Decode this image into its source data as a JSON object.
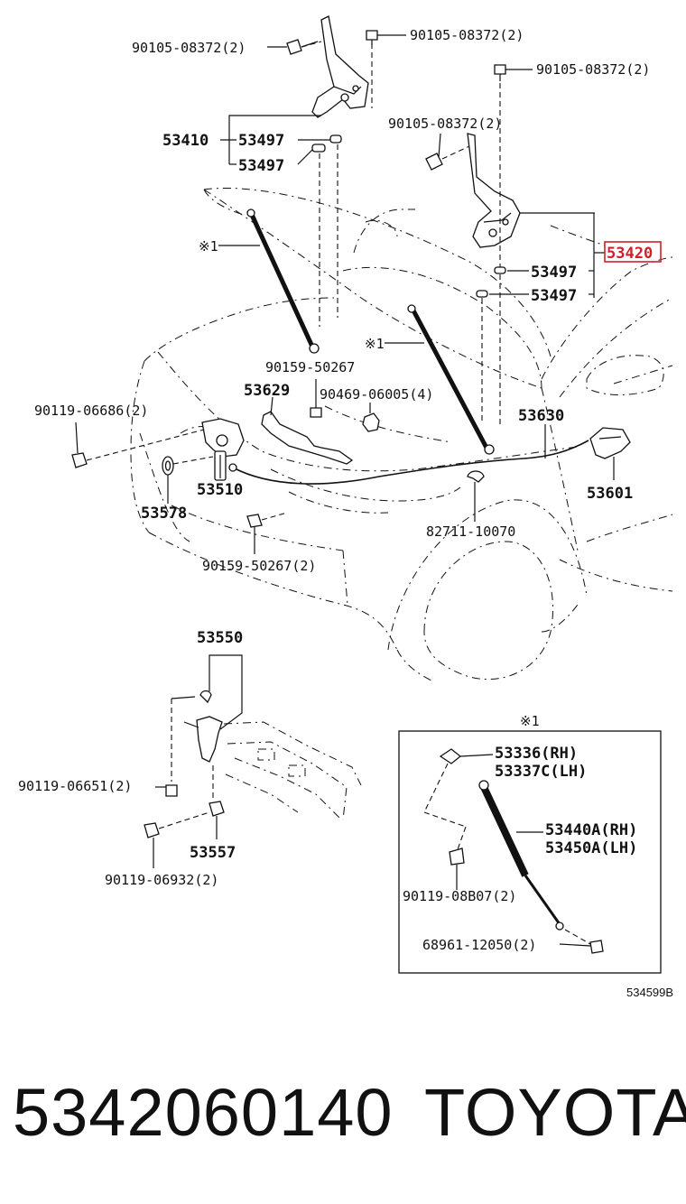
{
  "diagram": {
    "labels": {
      "hinge_bolt_top_left": "90105-08372(2)",
      "hinge_bolt_top_mid": "90105-08372(2)",
      "hinge_bolt_right": "90105-08372(2)",
      "hinge_bolt_right_lower": "90105-08372(2)",
      "hinge_left": "53410",
      "cushion_left_a": "53497",
      "cushion_left_b": "53497",
      "hinge_right": "53420",
      "cushion_right_a": "53497",
      "cushion_right_b": "53497",
      "strut_mark_left": "※1",
      "strut_mark_mid": "※1",
      "bolt_9015950267": "90159-50267",
      "support_53629": "53629",
      "clip_9046906005": "90469-06005(4)",
      "cable_53630": "53630",
      "lock_bolt": "90119-06686(2)",
      "lock_53510": "53510",
      "cushion_53578": "53578",
      "lever_53601": "53601",
      "clip_8271110070": "82711-10070",
      "bolt_9015950267_2": "90159-50267(2)",
      "release_53550": "53550",
      "bolt_9011906651": "90119-06651(2)",
      "lever_53557": "53557",
      "bolt_9011906932": "90119-06932(2)",
      "inset_mark": "※1",
      "ball_joint_rh": "53336(RH)",
      "ball_joint_lh": "53337C(LH)",
      "strut_rh": "53440A(RH)",
      "strut_lh": "53450A(LH)",
      "bolt_9011908B07": "90119-08B07(2)",
      "bolt_6896112050": "68961-12050(2)",
      "diagram_code": "534599B"
    },
    "highlight_color": "#d0202a"
  },
  "footer": {
    "part_number": "5342060140",
    "brand": "TOYOTA"
  }
}
